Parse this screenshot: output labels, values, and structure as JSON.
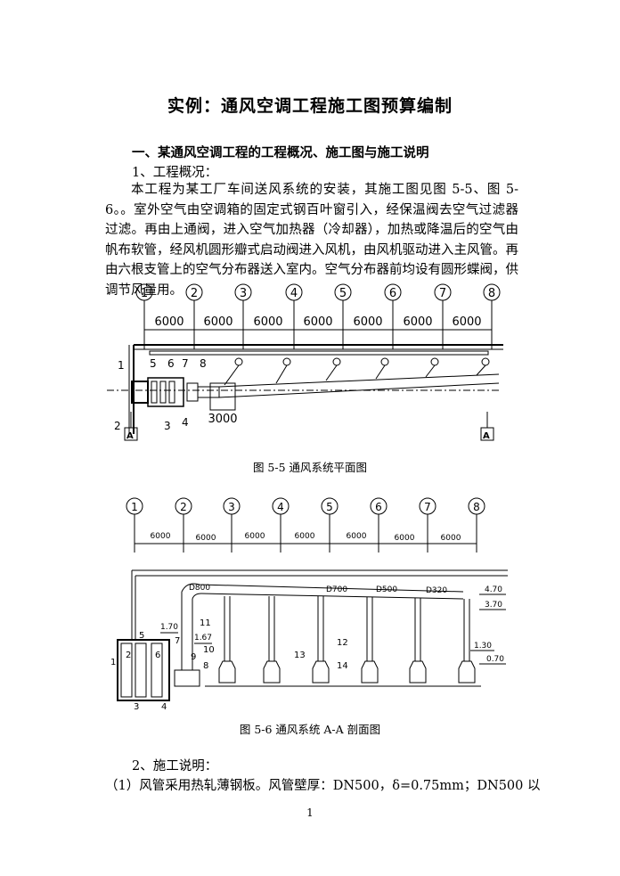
{
  "document": {
    "title": "实例：通风空调工程施工图预算编制",
    "section1_heading": "一、某通风空调工程的工程概况、施工图与施工说明",
    "subsection1_heading": "1、工程概况：",
    "paragraph1": "本工程为某工厂车间送风系统的安装，其施工图见图 5-5、图 5-6。。室外空气由空调箱的固定式钢百叶窗引入，经保温阀去空气过滤器过滤。再由上通阀，进入空气加热器（冷却器），加热或降温后的空气由帆布软管，经风机圆形瓣式启动阀进入风机，由风机驱动进入主风管。再由六根支管上的空气分布器送入室内。空气分布器前均设有圆形蝶阀，供调节风量用。",
    "section2_heading": "2、施工说明：",
    "item1": "（1）风管采用热轧薄钢板。风管壁厚：DN500，δ=0.75mm；DN500 以",
    "page_number": "1"
  },
  "figure1": {
    "caption": "图 5-5 通风系统平面图",
    "axis_labels": [
      "1",
      "2",
      "3",
      "4",
      "5",
      "6",
      "7",
      "8"
    ],
    "spans": [
      "6000",
      "6000",
      "6000",
      "6000",
      "6000",
      "6000",
      "6000"
    ],
    "part_labels": [
      "1",
      "2",
      "3",
      "4",
      "5",
      "6",
      "7",
      "8"
    ],
    "dim_label": "3000",
    "section_mark": "A"
  },
  "figure2": {
    "caption": "图 5-6 通风系统 A-A 剖面图",
    "axis_labels": [
      "1",
      "2",
      "3",
      "4",
      "5",
      "6",
      "7",
      "8"
    ],
    "spans": [
      "6000",
      "6000",
      "6000",
      "6000",
      "6000",
      "6000",
      "6000"
    ],
    "duct_labels": [
      "D800",
      "D700",
      "D500",
      "D320"
    ],
    "elevations": [
      "4.70",
      "3.70",
      "1.30",
      "0.70",
      "1.70",
      "1.67"
    ],
    "part_labels": [
      "1",
      "2",
      "3",
      "4",
      "5",
      "6",
      "7",
      "8",
      "9",
      "10",
      "11",
      "12",
      "13",
      "14"
    ]
  }
}
